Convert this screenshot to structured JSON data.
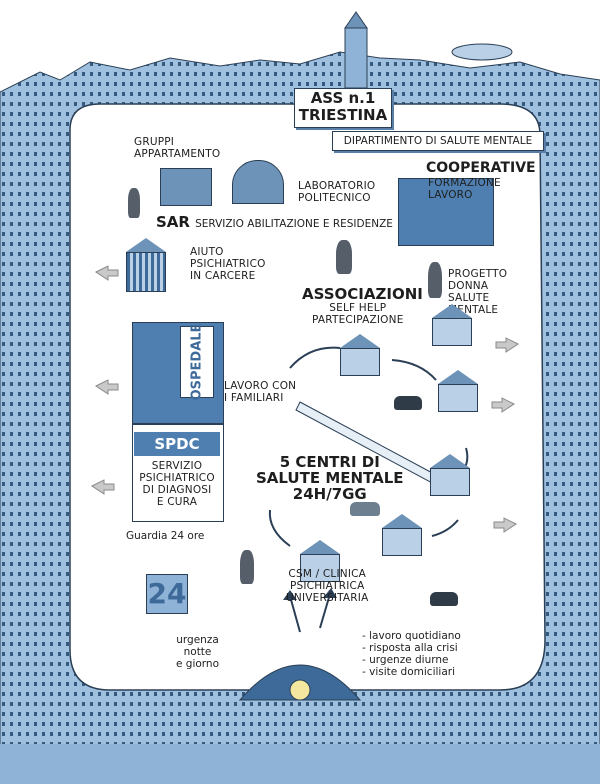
{
  "colors": {
    "border_blue": "#8fb3d6",
    "dark_blue": "#3d6a99",
    "panel_blue": "#4f7fb0",
    "ink": "#1e1e1e"
  },
  "header": {
    "org": "ASS n.1",
    "org2": "TRIESTINA",
    "dept": "DIPARTIMENTO DI SALUTE MENTALE"
  },
  "labels": {
    "gruppi": "GRUPPI\nAPPARTAMENTO",
    "laboratorio": "LABORATORIO\nPOLITECNICO",
    "sar_abbr": "SAR",
    "sar_full": "SERVIZIO ABILITAZIONE E RESIDENZE",
    "cooperative": "COOPERATIVE",
    "cooperative_sub": "FORMAZIONE\nLAVORO",
    "aiuto": "AIUTO\nPSICHIATRICO\nIN CARCERE",
    "progetto": "PROGETTO\nDONNA\nSALUTE\nMENTALE",
    "associazioni": "ASSOCIAZIONI",
    "associazioni_sub": "SELF HELP\nPARTECIPAZIONE",
    "ospedale": "OSPEDALE",
    "spdc": "SPDC",
    "spdc_full": "SERVIZIO\nPSICHIATRICO\nDI DIAGNOSI\nE CURA",
    "lavoro_familiari": "LAVORO CON\nI FAMILIARI",
    "centri": "5 CENTRI DI\nSALUTE MENTALE\n24h/7gg",
    "guardia": "Guardia 24 ore",
    "csm": "CSM / CLINICA\nPSICHIATRICA\nUNIVERSITARIA",
    "urgenza": "urgenza\nnotte\ne giorno",
    "num24": "24"
  },
  "activities": [
    "- lavoro quotidiano",
    "- risposta alla crisi",
    "- urgenze diurne",
    "- visite domiciliari"
  ]
}
